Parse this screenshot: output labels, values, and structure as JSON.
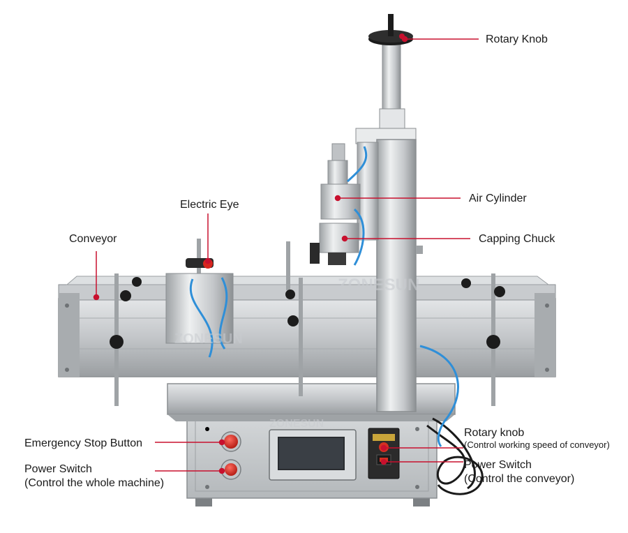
{
  "labels": {
    "rotary_knob": "Rotary Knob",
    "electric_eye": "Electric Eye",
    "air_cylinder": "Air Cylinder",
    "conveyor": "Conveyor",
    "capping_chuck": "Capping Chuck",
    "emergency_stop": "Emergency Stop Button",
    "power_switch_left": "Power Switch",
    "power_switch_left_sub": "(Control the whole machine)",
    "rotary_knob_speed": "Rotary knob",
    "rotary_knob_speed_sub": "(Control working speed of conveyor)",
    "power_switch_right": "Power Switch",
    "power_switch_right_sub": "(Control the conveyor)"
  },
  "watermark": "ZONESUN",
  "colors": {
    "callout": "#c8102e",
    "text": "#1a1a1a",
    "steel": "#b9bcbf",
    "steel_dark": "#6e7275",
    "knob": "#1c1c1c",
    "tube": "#2f8fd8",
    "estop_red": "#d7261e"
  }
}
